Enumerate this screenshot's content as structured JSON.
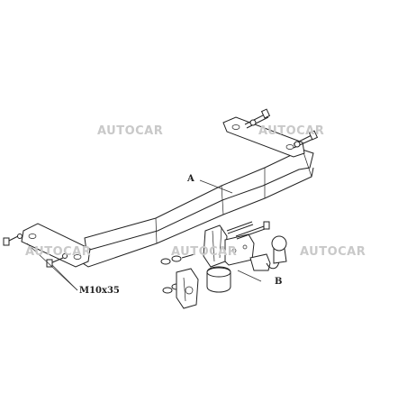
{
  "watermarks": [
    "AUTOCAR",
    "AUTOCAR",
    "AUTOCAR",
    "AUTOCAR",
    "AUTOCAR"
  ],
  "labels": {
    "a": "A",
    "b": "B",
    "bolt": "M10x35"
  },
  "colors": {
    "line": "#222222",
    "watermark": "#c9c9c9",
    "background": "#ffffff"
  }
}
